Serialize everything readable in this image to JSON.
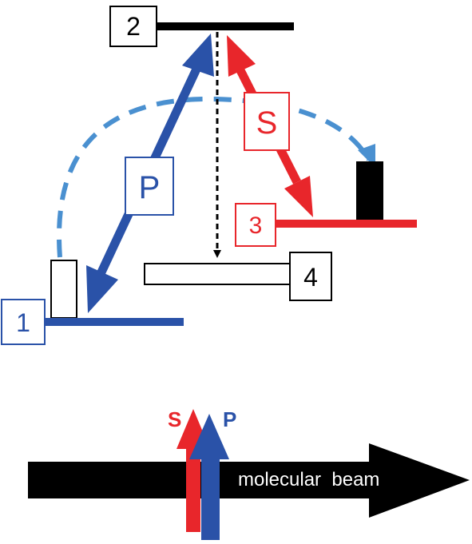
{
  "levels": [
    {
      "id": "level-1",
      "label": "1",
      "color": "#2a52a8"
    },
    {
      "id": "level-2",
      "label": "2",
      "color": "#000000"
    },
    {
      "id": "level-3",
      "label": "3",
      "color": "#e8262b"
    },
    {
      "id": "level-4",
      "label": "4",
      "color": "#000000"
    }
  ],
  "fields": {
    "pump": {
      "label": "P",
      "color": "#2a52a8"
    },
    "stokes": {
      "label": "S",
      "color": "#e8262b"
    }
  },
  "population_transfer_color": "#4a90d0",
  "beam": {
    "label": "molecular  beam",
    "color": "#000000",
    "s_label": "S",
    "p_label": "P"
  }
}
